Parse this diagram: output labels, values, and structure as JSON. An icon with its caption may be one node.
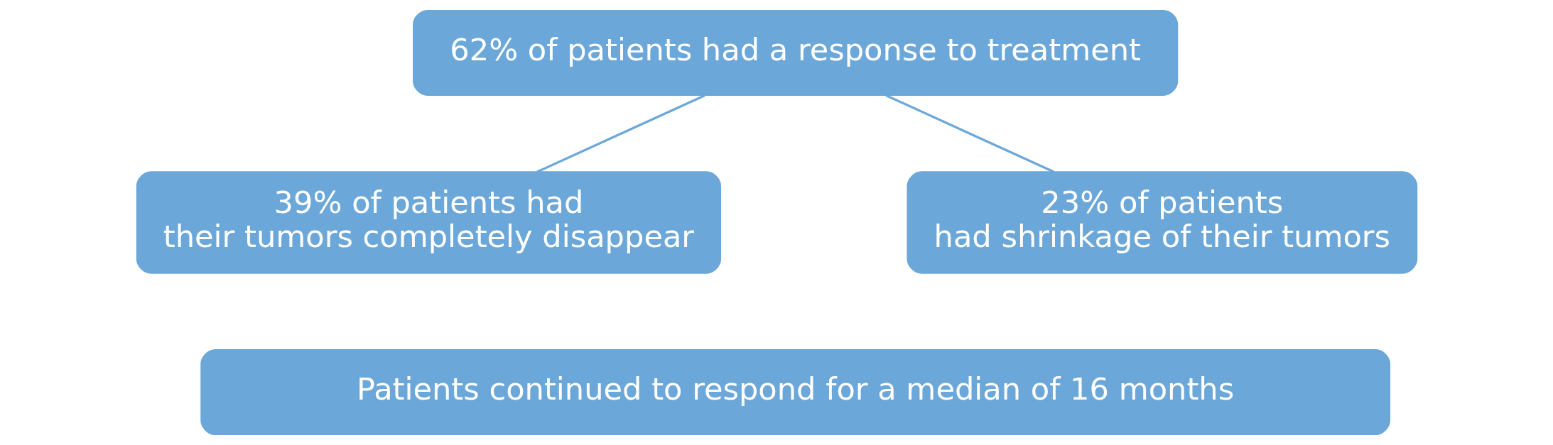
{
  "diagram": {
    "nodes": [
      {
        "text": [
          "62% of patients had a response to treatment"
        ]
      },
      {
        "text": [
          "39% of patients had their tumors completely disappear"
        ]
      },
      {
        "text": [
          "23% of patients had shrinkage of their tumors"
        ]
      },
      {
        "text": [
          "Patients continued to respond for a median of 16 months"
        ]
      }
    ],
    "edges": [
      {
        "from": 0,
        "to": 1,
        "arrow": "none"
      },
      {
        "from": 0,
        "to": 2,
        "arrow": "none"
      }
    ]
  }
}
